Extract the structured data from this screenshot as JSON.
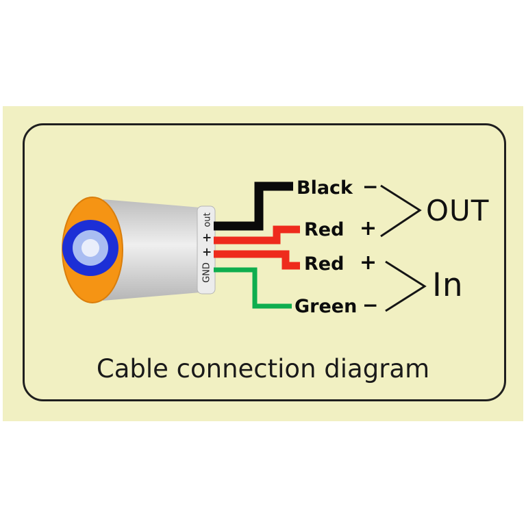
{
  "page": {
    "background": "#ffffff",
    "panel_bg": "#f1f0c2",
    "border_color": "#1f1f1f"
  },
  "caption": "Cable connection diagram",
  "connector": {
    "pins": [
      {
        "label": "out"
      },
      {
        "label": "+"
      },
      {
        "label": "+"
      },
      {
        "label": "GND"
      }
    ],
    "colors": {
      "cap": "#f59414",
      "lens_ring": "#1c2fd6",
      "lens_inner": "#a9bdf2",
      "lens_core": "#e9eefb",
      "pin_strip": "#ececec"
    }
  },
  "wires": [
    {
      "id": "black",
      "label": "Black",
      "polarity": "−",
      "color": "#0a0a0a"
    },
    {
      "id": "red-out",
      "label": "Red",
      "polarity": "+",
      "color": "#ee2b1c"
    },
    {
      "id": "red-in",
      "label": "Red",
      "polarity": "+",
      "color": "#ee2b1c"
    },
    {
      "id": "green",
      "label": "Green",
      "polarity": "−",
      "color": "#0fae4e"
    }
  ],
  "groups": [
    {
      "label": "OUT"
    },
    {
      "label": "In"
    }
  ]
}
